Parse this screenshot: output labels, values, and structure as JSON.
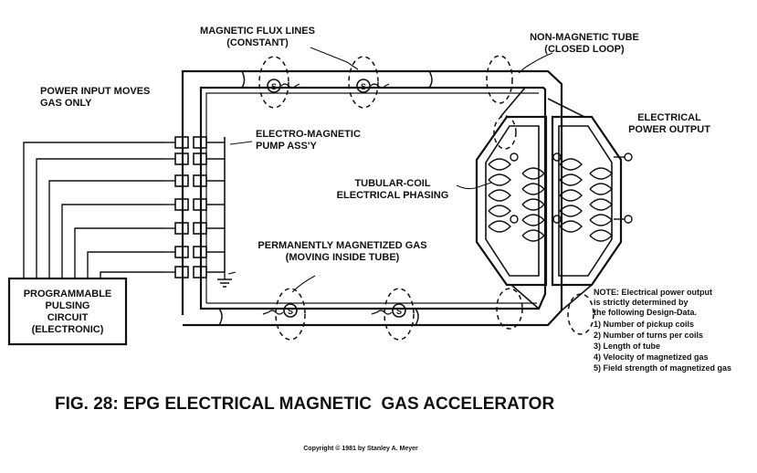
{
  "labels": {
    "flux_line1": "MAGNETIC FLUX LINES",
    "flux_line2": "(CONSTANT)",
    "tube_line1": "NON-MAGNETIC TUBE",
    "tube_line2": "(CLOSED LOOP)",
    "power_in_line1": "POWER INPUT MOVES",
    "power_in_line2": "GAS ONLY",
    "pump_line1": "ELECTRO-MAGNETIC",
    "pump_line2": "PUMP ASS'Y",
    "output_line1": "ELECTRICAL",
    "output_line2": "POWER OUTPUT",
    "coil_line1": "TUBULAR-COIL",
    "coil_line2": "ELECTRICAL PHASING",
    "gas_line1": "PERMANENTLY MAGNETIZED GAS",
    "gas_line2": "(MOVING INSIDE TUBE)",
    "circuit_line1": "PROGRAMMABLE",
    "circuit_line2": "PULSING",
    "circuit_line3": "CIRCUIT",
    "circuit_line4": "(ELECTRONIC)"
  },
  "note": {
    "line1": "NOTE: Electrical power output",
    "line2": "is strictly determined by",
    "line3": "the following Design-Data.",
    "items": [
      "1) Number of pickup coils",
      "2) Number of turns per coils",
      "3) Length of tube",
      "4) Velocity of magnetized gas",
      "5) Field strength of magnetized gas"
    ]
  },
  "figure_title": "FIG. 28: EPG ELECTRICAL MAGNETIC  GAS ACCELERATOR",
  "copyright": "Copyright © 1981 by Stanley A. Meyer"
}
